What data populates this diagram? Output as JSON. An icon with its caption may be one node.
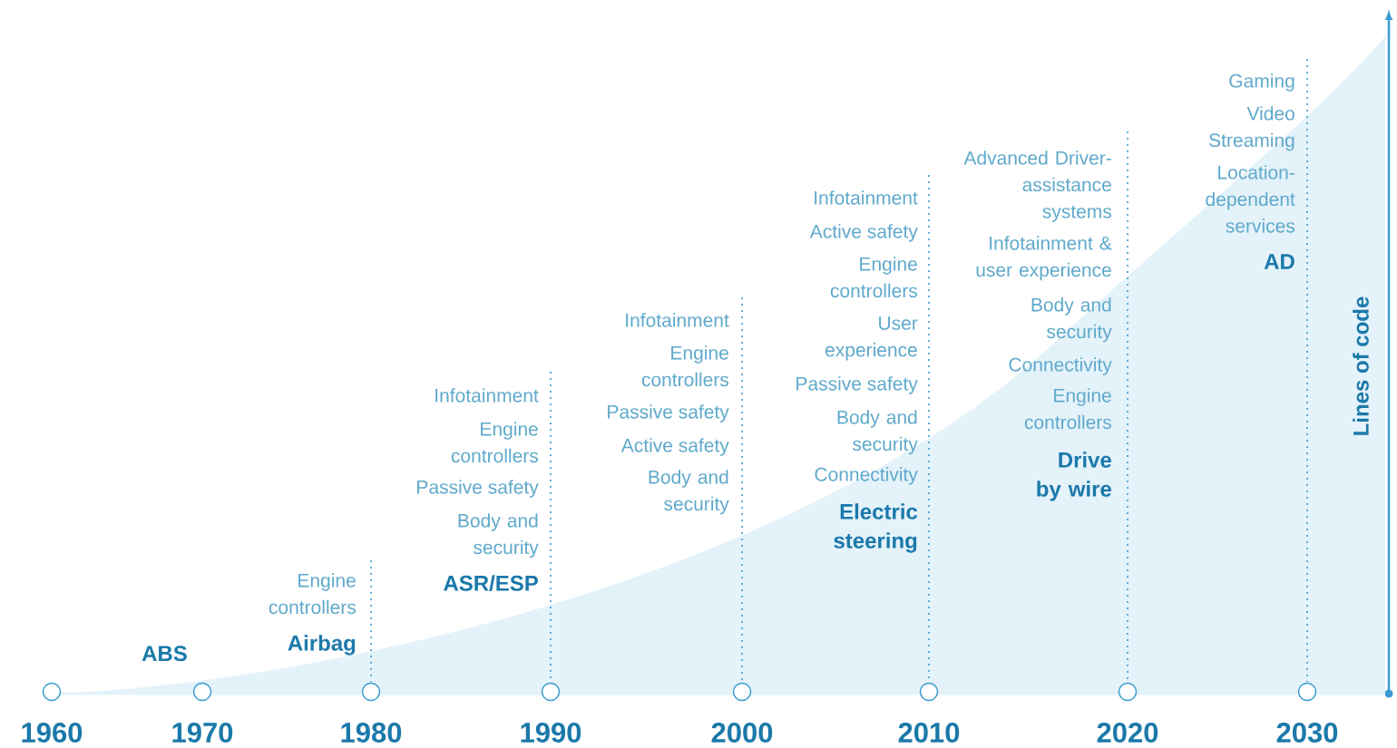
{
  "diagram": {
    "labels": [
      "ABS",
      "Engine controllers",
      "Airbag",
      "Infotainment",
      "Engine controllers",
      "Passive safety",
      "Body and security",
      "ASR/ESP",
      "Infotainment",
      "Engine controllers",
      "Passive safety",
      "Active safety",
      "Body and security",
      "Infotainment",
      "Active safety",
      "Engine controllers",
      "User experience",
      "Passive safety",
      "Body and security",
      "Connectivity",
      "Electric steering",
      "Advanced Driver-assistance systems",
      "Infotainment & user experience",
      "Body and security",
      "Connectivity",
      "Engine controllers",
      "Drive by wire",
      "Gaming",
      "Video Streaming",
      "Location-dependent services",
      "AD",
      "Lines of code",
      "1960",
      "1970",
      "1980",
      "1990",
      "2000",
      "2010",
      "2020",
      "2030"
    ]
  }
}
